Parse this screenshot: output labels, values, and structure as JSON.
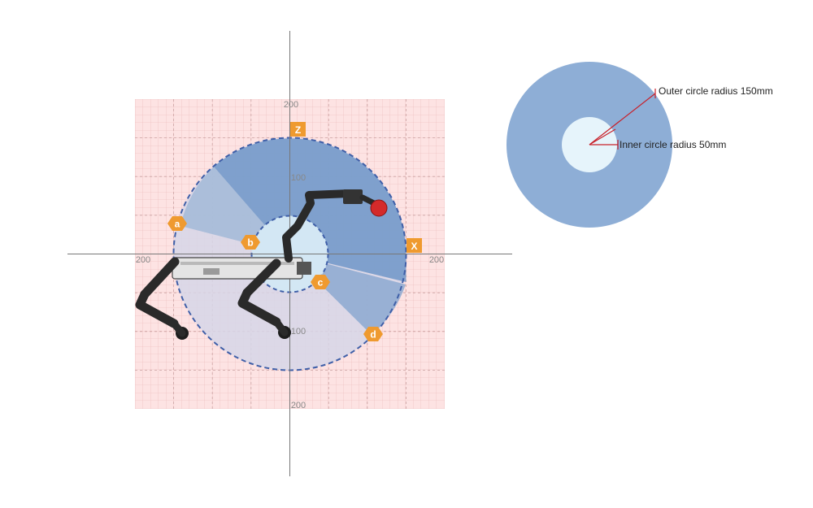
{
  "workspace": {
    "axis_ticks": {
      "z_top": "200",
      "z_mid_top": "100",
      "z_mid_bottom": "100",
      "z_bottom": "200",
      "x_left": "200",
      "x_right": "200"
    },
    "axis_labels": {
      "z": "Z",
      "x": "X"
    },
    "sector_labels": {
      "a": "a",
      "b": "b",
      "c": "c",
      "d": "d"
    },
    "colors": {
      "grid_bg": "#fde3e3",
      "outer_fill": "#6e97c8",
      "inner_fill": "#d3e7f4",
      "badge": "#ef9a2f",
      "gripper": "#d42a2a"
    }
  },
  "legend": {
    "outer_label": "Outer circle radius 150mm",
    "inner_label": "Inner circle radius 50mm",
    "colors": {
      "outer_fill": "#8eaed6",
      "inner_fill": "#e6f4fb",
      "radius_line": "#c8202a"
    }
  }
}
